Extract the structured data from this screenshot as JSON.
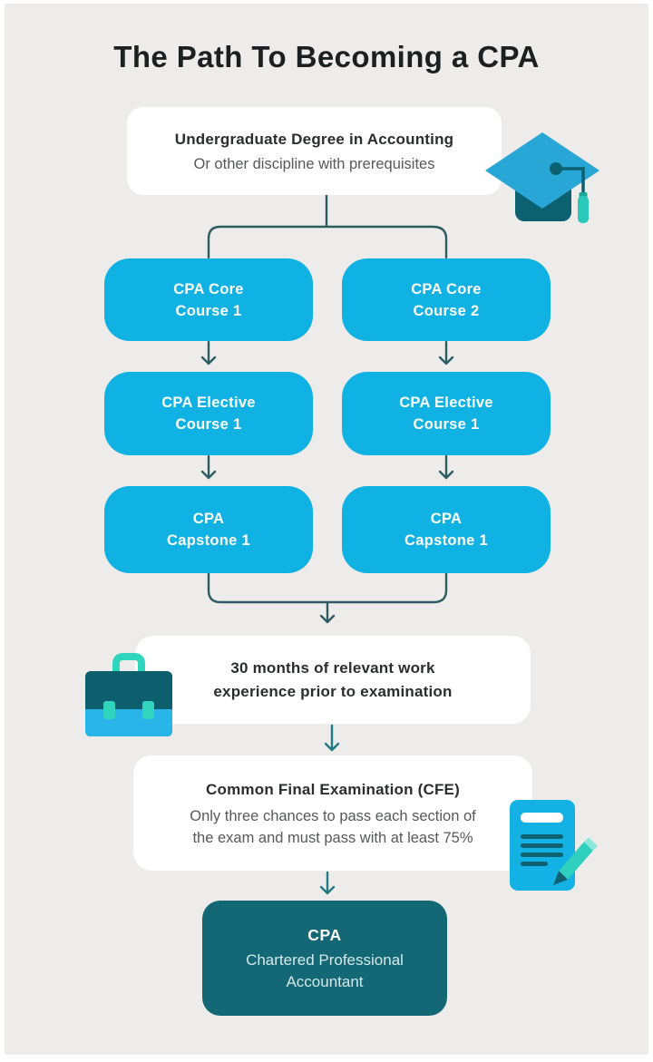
{
  "title": "The Path To Becoming a CPA",
  "nodes": {
    "undergrad": {
      "title": "Undergraduate Degree in Accounting",
      "subtitle": "Or other discipline with prerequisites"
    },
    "core1": {
      "line1": "CPA Core",
      "line2": "Course 1"
    },
    "core2": {
      "line1": "CPA Core",
      "line2": "Course 2"
    },
    "elective1": {
      "line1": "CPA Elective",
      "line2": "Course 1"
    },
    "elective2": {
      "line1": "CPA Elective",
      "line2": "Course 1"
    },
    "capstone1": {
      "line1": "CPA",
      "line2": "Capstone 1"
    },
    "capstone2": {
      "line1": "CPA",
      "line2": "Capstone 1"
    },
    "work": {
      "line1": "30 months of relevant work",
      "line2": "experience prior to examination"
    },
    "cfe": {
      "title": "Common Final Examination (CFE)",
      "body1": "Only three chances to pass each section of",
      "body2": "the exam and must pass with at least 75%"
    },
    "cpa": {
      "title": "CPA",
      "line1": "Chartered Professional",
      "line2": "Accountant"
    }
  },
  "icons": {
    "graduation_cap": "graduation-cap-icon",
    "briefcase": "briefcase-icon",
    "exam_paper_pencil": "exam-paper-pencil-icon"
  },
  "colors": {
    "background": "#edecea",
    "cyan_node": "#10b1e3",
    "dark_teal_node": "#146876",
    "icon_dark_teal": "#0d6170",
    "icon_teal_accent": "#2fd6bd",
    "icon_cap_cyan": "#28a7d6",
    "connector": "#2d5d63",
    "connector_teal": "#1f7b85",
    "title_text": "#1d2021",
    "body_text": "#57585a"
  }
}
